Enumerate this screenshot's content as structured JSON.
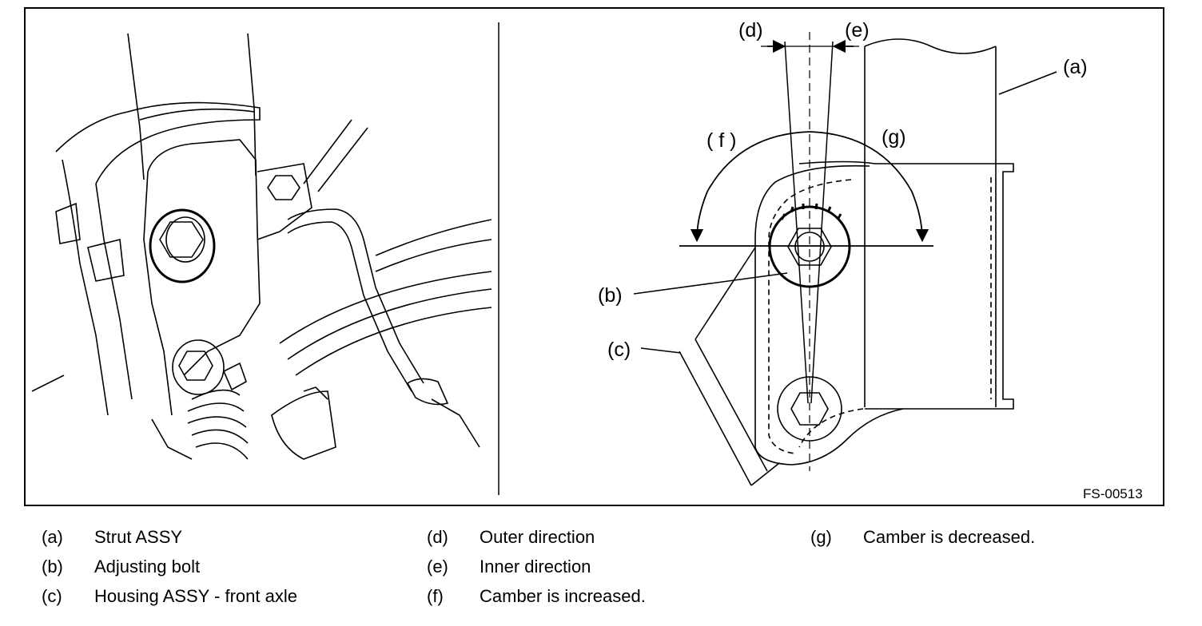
{
  "figure_code": "FS-00513",
  "callouts": {
    "a": "(a)",
    "b": "(b)",
    "c": "(c)",
    "d": "(d)",
    "e": "(e)",
    "f": "( f )",
    "g": "(g)"
  },
  "legend": [
    {
      "key": "(a)",
      "text": "Strut ASSY"
    },
    {
      "key": "(b)",
      "text": "Adjusting bolt"
    },
    {
      "key": "(c)",
      "text": "Housing ASSY - front axle"
    },
    {
      "key": "(d)",
      "text": "Outer direction"
    },
    {
      "key": "(e)",
      "text": "Inner direction"
    },
    {
      "key": "(f)",
      "text": "Camber is increased."
    },
    {
      "key": "(g)",
      "text": "Camber is decreased."
    }
  ]
}
